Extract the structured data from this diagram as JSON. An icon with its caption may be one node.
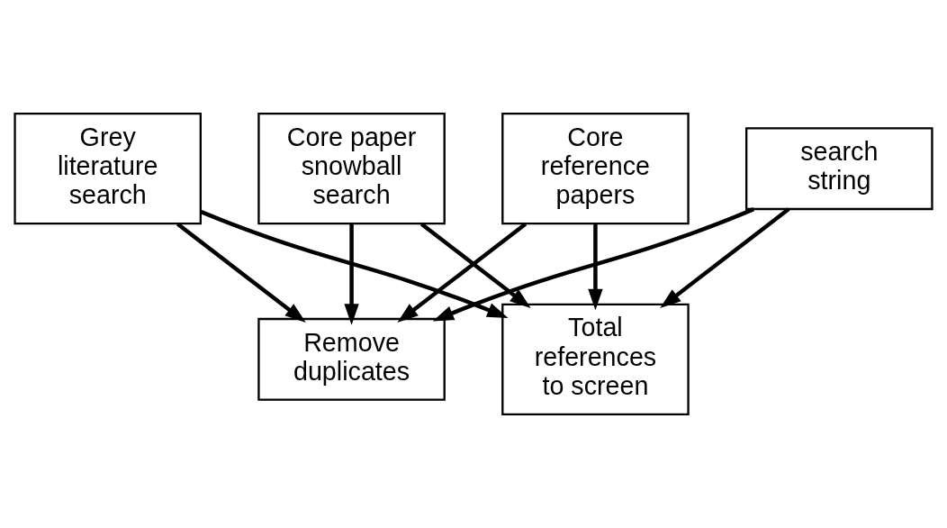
{
  "diagram": {
    "nodes": [
      {
        "text": [
          "Core reference papers"
        ]
      },
      {
        "text": [
          "search string"
        ]
      },
      {
        "text": [
          "Grey literature search"
        ]
      },
      {
        "text": [
          "Core paper snowball search"
        ]
      },
      {
        "text": [
          "Remove duplicates"
        ]
      },
      {
        "text": [
          "Total references to screen"
        ]
      }
    ],
    "edges": [
      {
        "from": 0,
        "to": 5,
        "arrow": "to"
      },
      {
        "from": 1,
        "to": 5,
        "arrow": "to"
      },
      {
        "from": 2,
        "to": 5,
        "arrow": "to"
      },
      {
        "from": 3,
        "to": 5,
        "arrow": "to"
      },
      {
        "from": 0,
        "to": 4,
        "arrow": "to"
      },
      {
        "from": 1,
        "to": 4,
        "arrow": "to"
      },
      {
        "from": 2,
        "to": 4,
        "arrow": "to"
      },
      {
        "from": 3,
        "to": 4,
        "arrow": "to"
      }
    ]
  }
}
